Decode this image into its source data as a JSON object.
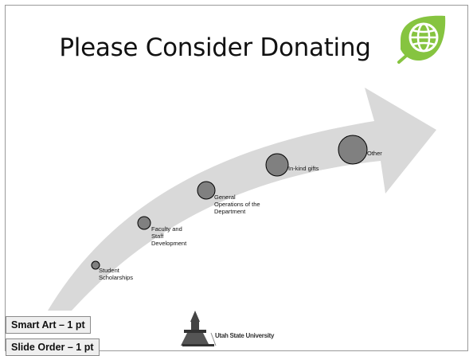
{
  "slide": {
    "title": "Please Consider Donating"
  },
  "timeline": {
    "items": [
      {
        "label_lines": [
          "Student",
          "Scholarships"
        ]
      },
      {
        "label_lines": [
          "Faculty and",
          "Staff",
          "Development"
        ]
      },
      {
        "label_lines": [
          "General",
          "Operations of the",
          "Department"
        ]
      },
      {
        "label_lines": [
          "In-kind gifts"
        ]
      },
      {
        "label_lines": [
          "Other"
        ]
      }
    ]
  },
  "badges": {
    "smart_art": "Smart Art – 1 pt",
    "slide_order": "Slide Order – 1 pt"
  },
  "footer": {
    "university_name": "Utah State University"
  },
  "colors": {
    "arrow": "#d9d9d9",
    "node_fill": "#808080",
    "node_stroke": "#000000",
    "logo_green": "#86c440"
  },
  "icons": {
    "logo": "globe-leaf-icon",
    "university": "old-main-tower-icon"
  }
}
